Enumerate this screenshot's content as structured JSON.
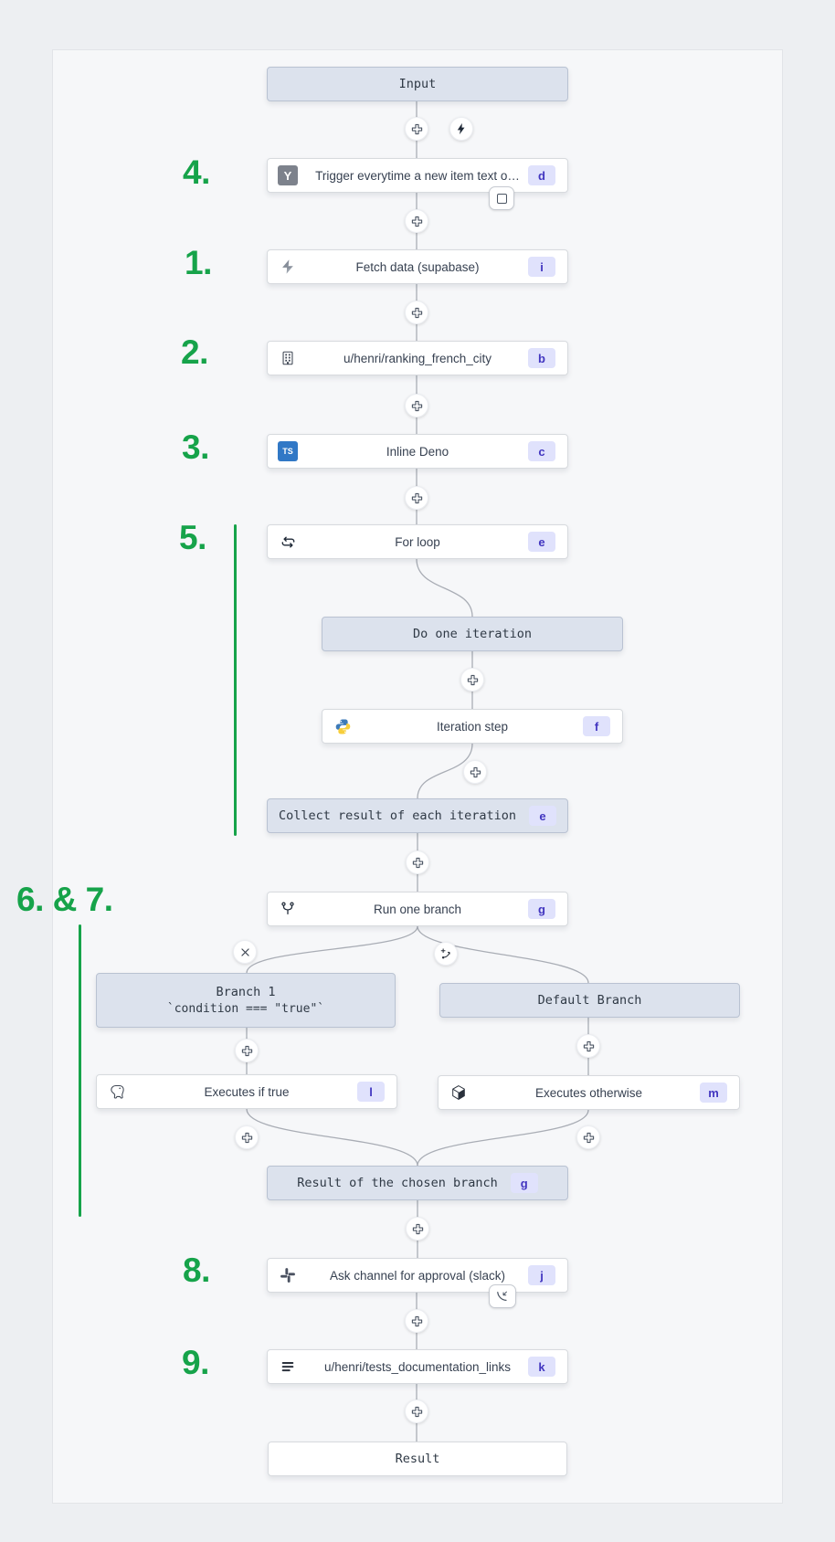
{
  "annotations": {
    "items": [
      "4.",
      "1.",
      "2.",
      "3.",
      "5.",
      "6. & 7.",
      "8.",
      "9."
    ],
    "color": "#16a34a"
  },
  "icons": {
    "hackernews_letter": "Y",
    "typescript_letter": "TS"
  },
  "nodes": {
    "input": {
      "label": "Input"
    },
    "trigger": {
      "label": "Trigger everytime a new item text o…",
      "badge": "d"
    },
    "fetch_data": {
      "label": "Fetch data (supabase)",
      "badge": "i"
    },
    "ranking_french_city": {
      "label": "u/henri/ranking_french_city",
      "badge": "b"
    },
    "inline_deno": {
      "label": "Inline Deno",
      "badge": "c"
    },
    "for_loop": {
      "label": "For loop",
      "badge": "e"
    },
    "do_one_iteration": {
      "label": "Do one iteration"
    },
    "iteration_step": {
      "label": "Iteration step",
      "badge": "f"
    },
    "collect_result": {
      "label": "Collect result of each iteration",
      "badge": "e"
    },
    "run_one_branch": {
      "label": "Run one branch",
      "badge": "g"
    },
    "branch_1": {
      "label": "Branch 1",
      "sublabel": "`condition === \"true\"`"
    },
    "default_branch": {
      "label": "Default Branch"
    },
    "executes_if_true": {
      "label": "Executes if true",
      "badge": "l"
    },
    "executes_otherwise": {
      "label": "Executes otherwise",
      "badge": "m"
    },
    "result_chosen_branch": {
      "label": "Result of the chosen branch",
      "badge": "g"
    },
    "ask_approval": {
      "label": "Ask channel for approval (slack)",
      "badge": "j"
    },
    "tests_documentation_links": {
      "label": "u/henri/tests_documentation_links",
      "badge": "k"
    },
    "result": {
      "label": "Result"
    }
  },
  "colors": {
    "annotation_green": "#16a34a",
    "badge_bg": "#e0e2fc",
    "badge_text": "#4236c0",
    "virtual_node_bg": "#dce2ed",
    "connector": "#a9adb5"
  }
}
